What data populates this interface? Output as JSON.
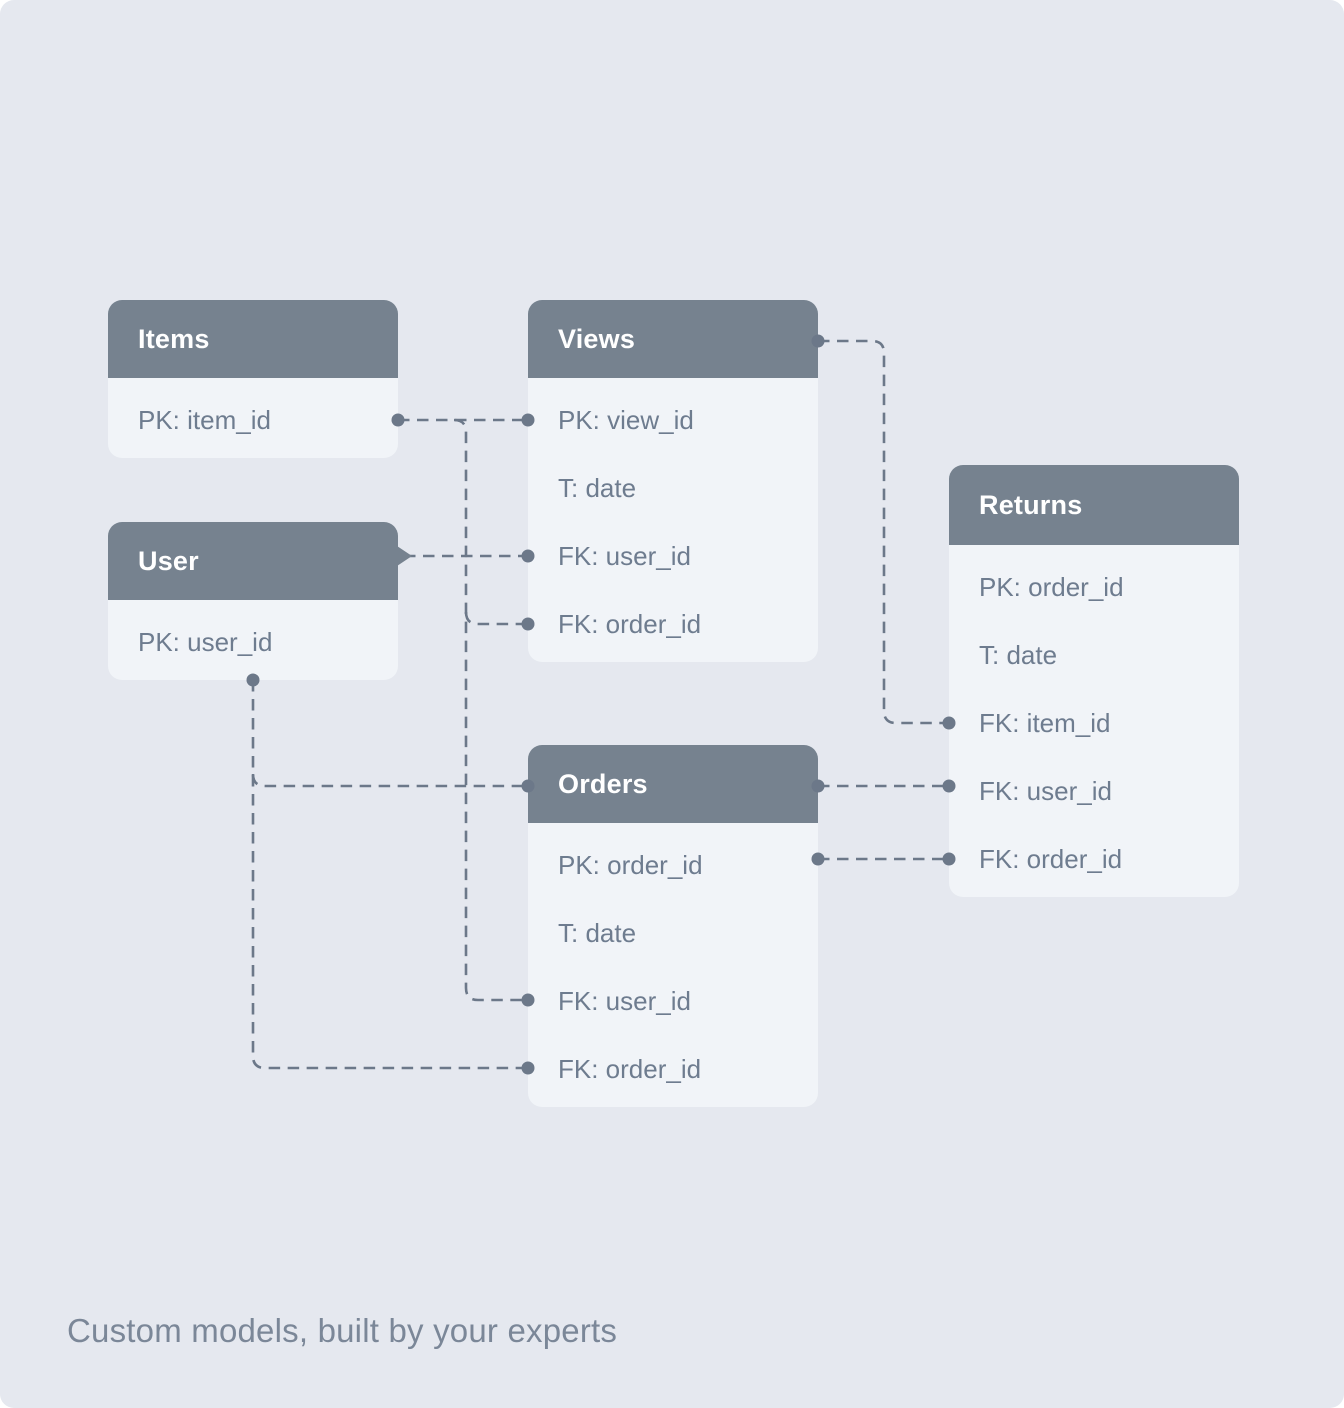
{
  "page": {
    "caption": "Custom models, built by your experts"
  },
  "colors": {
    "bg": "#E5E8EF",
    "card": "#F1F4F8",
    "header": "#76828F",
    "line": "#6C7889",
    "row_text": "#6E7C8F",
    "header_text": "#FFFFFF",
    "caption_text": "#7B8798"
  },
  "tables": [
    {
      "id": "items",
      "title": "Items",
      "rows": [
        "PK: item_id"
      ]
    },
    {
      "id": "views",
      "title": "Views",
      "rows": [
        "PK: view_id",
        "T: date",
        "FK: user_id",
        "FK: order_id"
      ]
    },
    {
      "id": "user",
      "title": "User",
      "rows": [
        "PK: user_id"
      ]
    },
    {
      "id": "orders",
      "title": "Orders",
      "rows": [
        "PK: order_id",
        "T: date",
        "FK: user_id",
        "FK: order_id"
      ]
    },
    {
      "id": "returns",
      "title": "Returns",
      "rows": [
        "PK: order_id",
        "T: date",
        "FK: item_id",
        "FK: user_id",
        "FK: order_id"
      ]
    }
  ],
  "connections": [
    {
      "from": "Items.PK item_id",
      "to": "Views.PK view_id"
    },
    {
      "from": "Items.PK item_id",
      "to": "Views.FK order_id"
    },
    {
      "from": "Items.PK item_id",
      "to": "Orders.FK user_id"
    },
    {
      "from": "User (header)",
      "to": "Views.FK user_id"
    },
    {
      "from": "User.PK user_id",
      "to": "Orders (header)"
    },
    {
      "from": "User.PK user_id",
      "to": "Orders.FK order_id"
    },
    {
      "from": "Views (header)",
      "to": "Returns.FK item_id"
    },
    {
      "from": "Orders (header)",
      "to": "Returns.FK user_id"
    },
    {
      "from": "Orders.PK order_id",
      "to": "Returns.FK order_id"
    }
  ]
}
